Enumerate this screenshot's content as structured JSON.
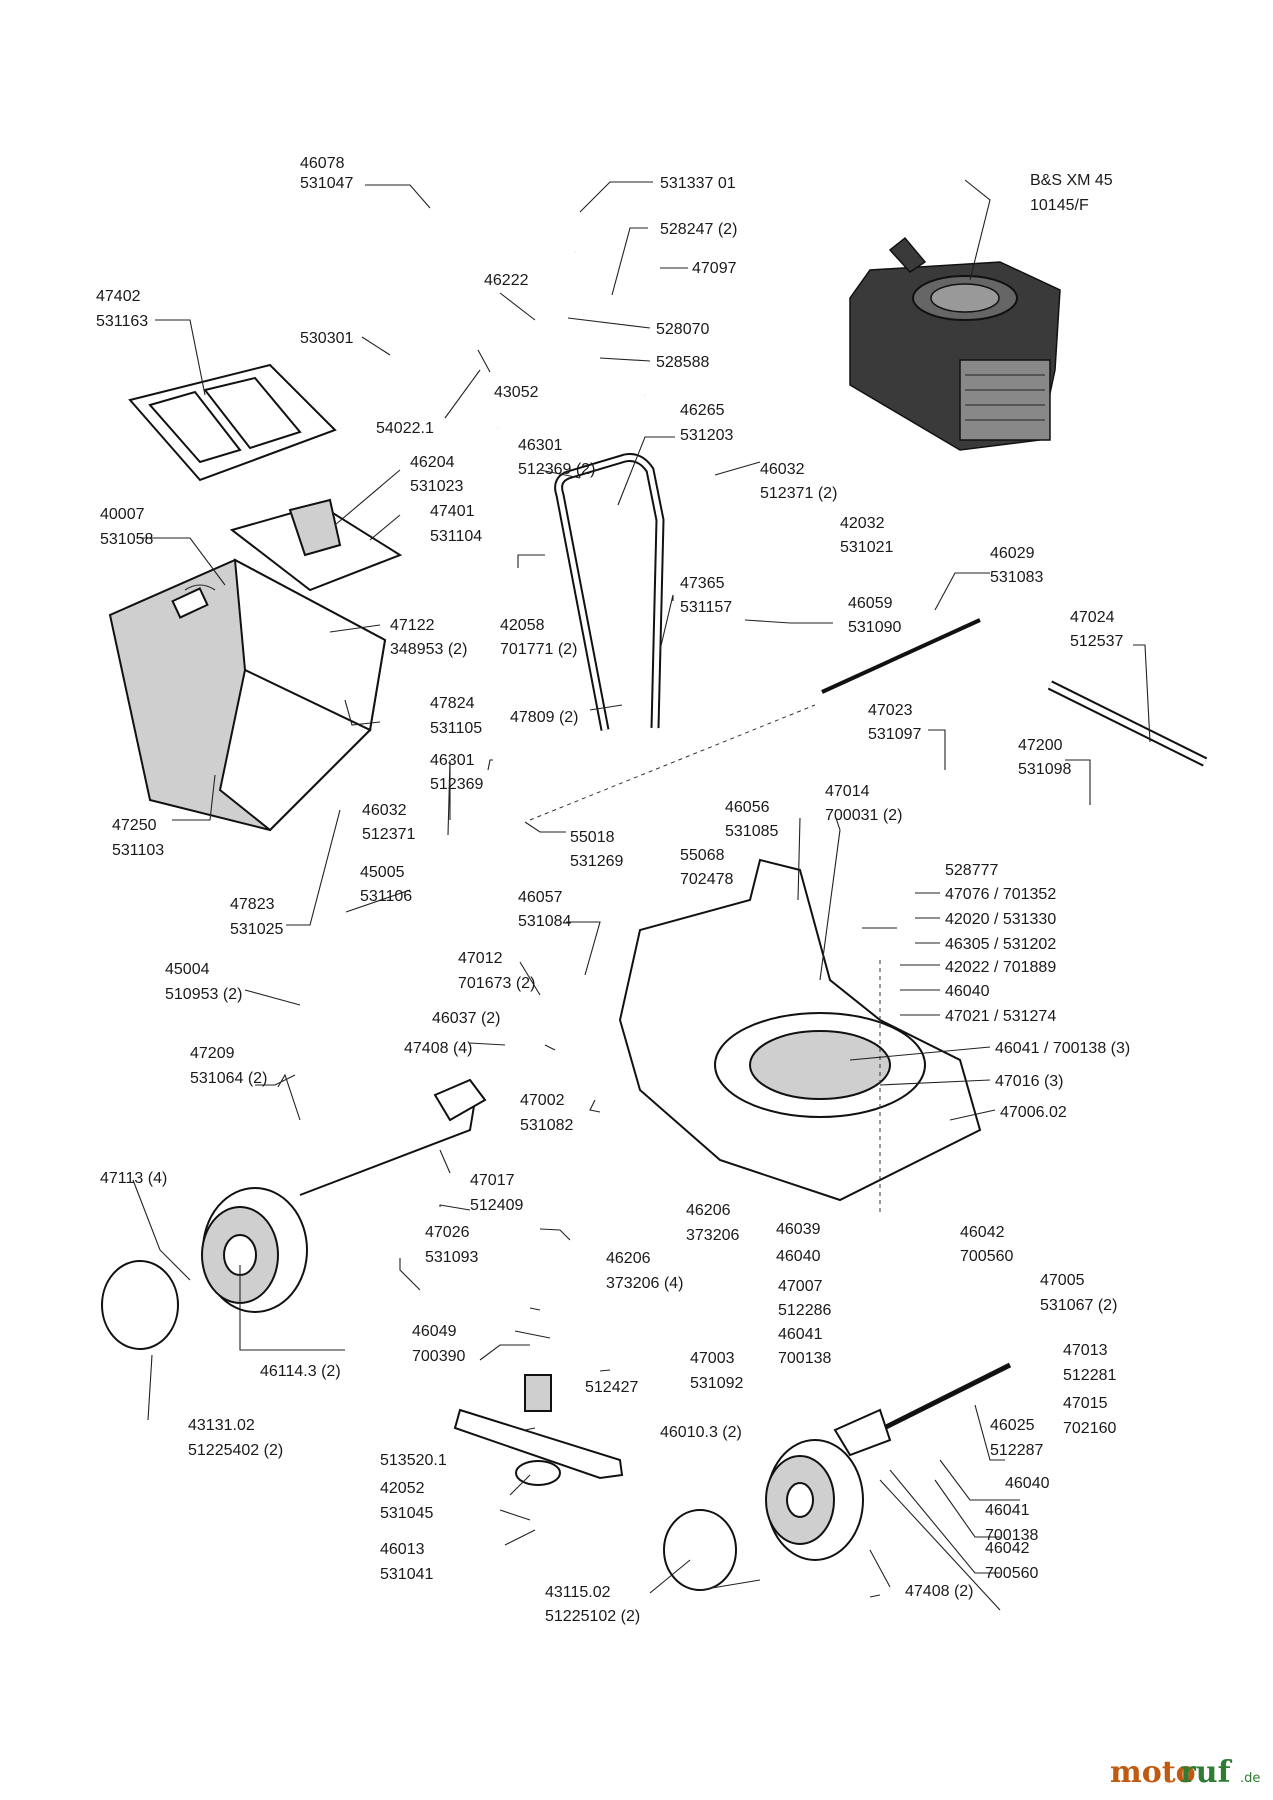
{
  "watermark": {
    "part1": "moto",
    "part2": "ruf",
    "suffix": ".de"
  },
  "labels": {
    "l46078": "46078",
    "l531047": "531047",
    "l53133701": "531337 01",
    "l528247": "528247 (2)",
    "l47097": "47097",
    "l46222": "46222",
    "l528070": "528070",
    "l528588": "528588",
    "l530301": "530301",
    "l43052": "43052",
    "l540221": "54022.1",
    "l47402": "47402",
    "l531163": "531163",
    "l46204": "46204",
    "l531023": "531023",
    "l47401": "47401",
    "l531104": "531104",
    "l40007": "40007",
    "l531058": "531058",
    "l47122": "47122",
    "l348953": "348953 (2)",
    "l47824": "47824",
    "l531105": "531105",
    "l47250": "47250",
    "l531103": "531103",
    "lBS": "B&S XM 45",
    "l10145F": "10145/F",
    "l46265": "46265",
    "l531203": "531203",
    "l46301a": "46301",
    "l512369a": "512369 (2)",
    "l46032a": "46032",
    "l512371a": "512371 (2)",
    "l42032": "42032",
    "l531021": "531021",
    "l42058": "42058",
    "l701771": "701771 (2)",
    "l47365": "47365",
    "l531157": "531157",
    "l46059": "46059",
    "l531090": "531090",
    "l46029": "46029",
    "l531083": "531083",
    "l47024": "47024",
    "l512537": "512537",
    "l47809": "47809 (2)",
    "l47023": "47023",
    "l531097": "531097",
    "l47200": "47200",
    "l531098": "531098",
    "l46301b": "46301",
    "l512369b": "512369",
    "l46032b": "46032",
    "l512371b": "512371",
    "l55018": "55018",
    "l531269": "531269",
    "l46056": "46056",
    "l531085": "531085",
    "l47014": "47014",
    "l700031": "700031 (2)",
    "l55068": "55068",
    "l702478": "702478",
    "l528777": "528777",
    "l47076": "47076 / 701352",
    "l42020": "42020 / 531330",
    "l46305": "46305 / 531202",
    "l42022": "42022 / 701889",
    "l46040a": "46040",
    "l47021": "47021 / 531274",
    "l46041a": "46041 / 700138 (3)",
    "l47016": "47016 (3)",
    "l4700602": "47006.02",
    "l47823": "47823",
    "l531025": "531025",
    "l45005": "45005",
    "l531106": "531106",
    "l46057": "46057",
    "l531084": "531084",
    "l45004": "45004",
    "l510953": "510953 (2)",
    "l47012": "47012",
    "l701673": "701673 (2)",
    "l46037": "46037 (2)",
    "l47408a": "47408 (4)",
    "l47209": "47209",
    "l531064": "531064 (2)",
    "l47002": "47002",
    "l531082": "531082",
    "l47113": "47113 (4)",
    "l47017": "47017",
    "l512409": "512409",
    "l46206a": "46206",
    "l373206a": "373206",
    "l47026": "47026",
    "l531093": "531093",
    "l46206b": "46206",
    "l373206b": "373206 (4)",
    "l46039": "46039",
    "l46040b": "46040",
    "l46042a": "46042",
    "l700560a": "700560",
    "l47007": "47007",
    "l512286": "512286",
    "l46041b": "46041",
    "l700138b": "700138",
    "l47005": "47005",
    "l531067": "531067 (2)",
    "l461143": "46114.3 (2)",
    "l46049": "46049",
    "l700390": "700390",
    "l47003": "47003",
    "l531092": "531092",
    "l47013": "47013",
    "l512281": "512281",
    "l47015": "47015",
    "l702160": "702160",
    "l4313102": "43131.02",
    "l51225402": "51225402 (2)",
    "l512427": "512427",
    "l460103": "46010.3 (2)",
    "l46025": "46025",
    "l512287": "512287",
    "l5135201": "513520.1",
    "l46040c": "46040",
    "l42052": "42052",
    "l531045": "531045",
    "l46041c": "46041",
    "l700138c": "700138",
    "l46013": "46013",
    "l531041": "531041",
    "l46042b": "46042",
    "l700560b": "700560",
    "l4311502": "43115.02",
    "l51225102": "51225102 (2)",
    "l47408b": "47408 (2)"
  }
}
